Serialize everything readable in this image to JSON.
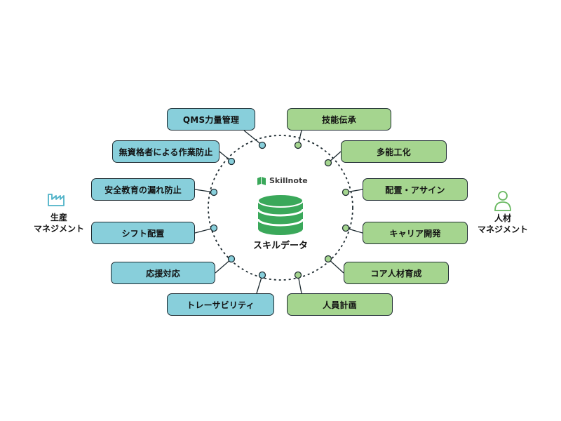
{
  "center": {
    "logo": "Skillnote",
    "label": "スキルデータ"
  },
  "left_group": {
    "line1": "生産",
    "line2": "マネジメント",
    "icon": "factory-icon",
    "color": "#4fb2c8"
  },
  "right_group": {
    "line1": "人材",
    "line2": "マネジメント",
    "icon": "person-icon",
    "color": "#68b860"
  },
  "left_items": [
    "QMS力量管理",
    "無資格者による作業防止",
    "安全教育の漏れ防止",
    "シフト配置",
    "応援対応",
    "トレーサビリティ"
  ],
  "right_items": [
    "技能伝承",
    "多能工化",
    "配置・アサイン",
    "キャリア開発",
    "コア人材育成",
    "人員計画"
  ],
  "colors": {
    "blue_box": "#88cfdb",
    "green_box": "#a5d58f",
    "db_green": "#3aa85a",
    "outline": "#1d2a30"
  }
}
